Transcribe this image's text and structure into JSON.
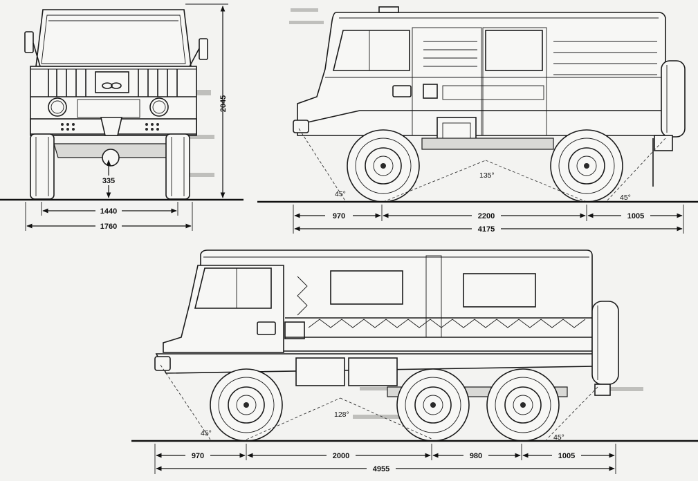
{
  "front_view": {
    "height": "2045",
    "ground_clearance": "335",
    "track": "1440",
    "width": "1760"
  },
  "side_view_4x4": {
    "approach_angle": "45°",
    "ramp_angle": "135°",
    "departure_angle": "45°",
    "front_overhang": "970",
    "wheelbase": "2200",
    "rear_overhang": "1005",
    "length": "4175"
  },
  "side_view_6x6": {
    "approach_angle": "45°",
    "ramp_angle": "128°",
    "departure_angle": "45°",
    "front_overhang": "970",
    "wheelbase_1": "2000",
    "wheelbase_2": "980",
    "rear_overhang": "1005",
    "length": "4955"
  },
  "colors": {
    "ink": "#1a1a1a",
    "paper": "#f3f3f1"
  }
}
